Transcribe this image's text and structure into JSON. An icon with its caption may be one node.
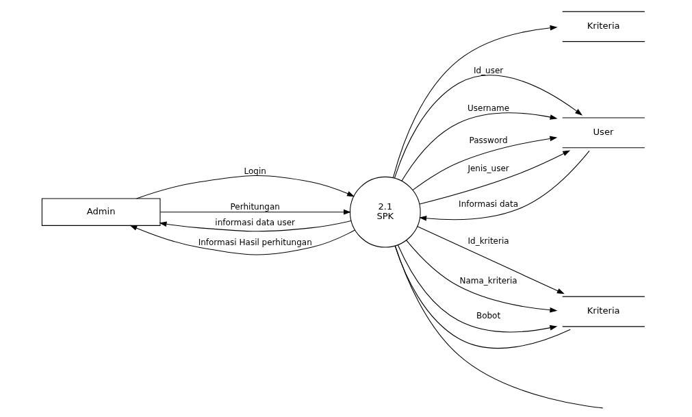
{
  "diagram": {
    "nodes": [
      {
        "text": [
          "Admin"
        ]
      },
      {
        "text": [
          "2.1",
          "SPK"
        ]
      },
      {
        "text": [
          "Kriteria"
        ]
      },
      {
        "text": [
          "User"
        ]
      },
      {
        "text": [
          "Kriteria"
        ]
      }
    ],
    "edges": [
      {
        "from": 0,
        "to": 1,
        "arrow": "to",
        "label": "Login"
      },
      {
        "from": 0,
        "to": 1,
        "arrow": "to",
        "label": "Perhitungan"
      },
      {
        "from": 1,
        "to": 2,
        "arrow": "to"
      },
      {
        "from": 1,
        "to": 3,
        "arrow": "to",
        "label": "Id_user"
      },
      {
        "from": 1,
        "to": 3,
        "arrow": "to",
        "label": "Username"
      },
      {
        "from": 1,
        "to": 3,
        "arrow": "to",
        "label": "Password"
      },
      {
        "from": 1,
        "to": 3,
        "arrow": "to",
        "label": "Jenis_user"
      },
      {
        "from": 1,
        "to": null,
        "arrow": "none"
      },
      {
        "from": 1,
        "to": 0,
        "arrow": "to",
        "label": "informasi data user"
      },
      {
        "from": 1,
        "to": 0,
        "arrow": "to",
        "label": "Informasi Hasil perhitungan"
      },
      {
        "from": 3,
        "to": 1,
        "arrow": "to",
        "label": "Informasi data"
      },
      {
        "from": 1,
        "to": 4,
        "arrow": "to",
        "label": "Id_kriteria"
      },
      {
        "from": 1,
        "to": 4,
        "arrow": "to",
        "label": "Nama_kriteria"
      },
      {
        "from": 1,
        "to": 4,
        "arrow": "to",
        "label": "Bobot"
      },
      {
        "from": 1,
        "to": 4,
        "arrow": "none"
      }
    ]
  }
}
